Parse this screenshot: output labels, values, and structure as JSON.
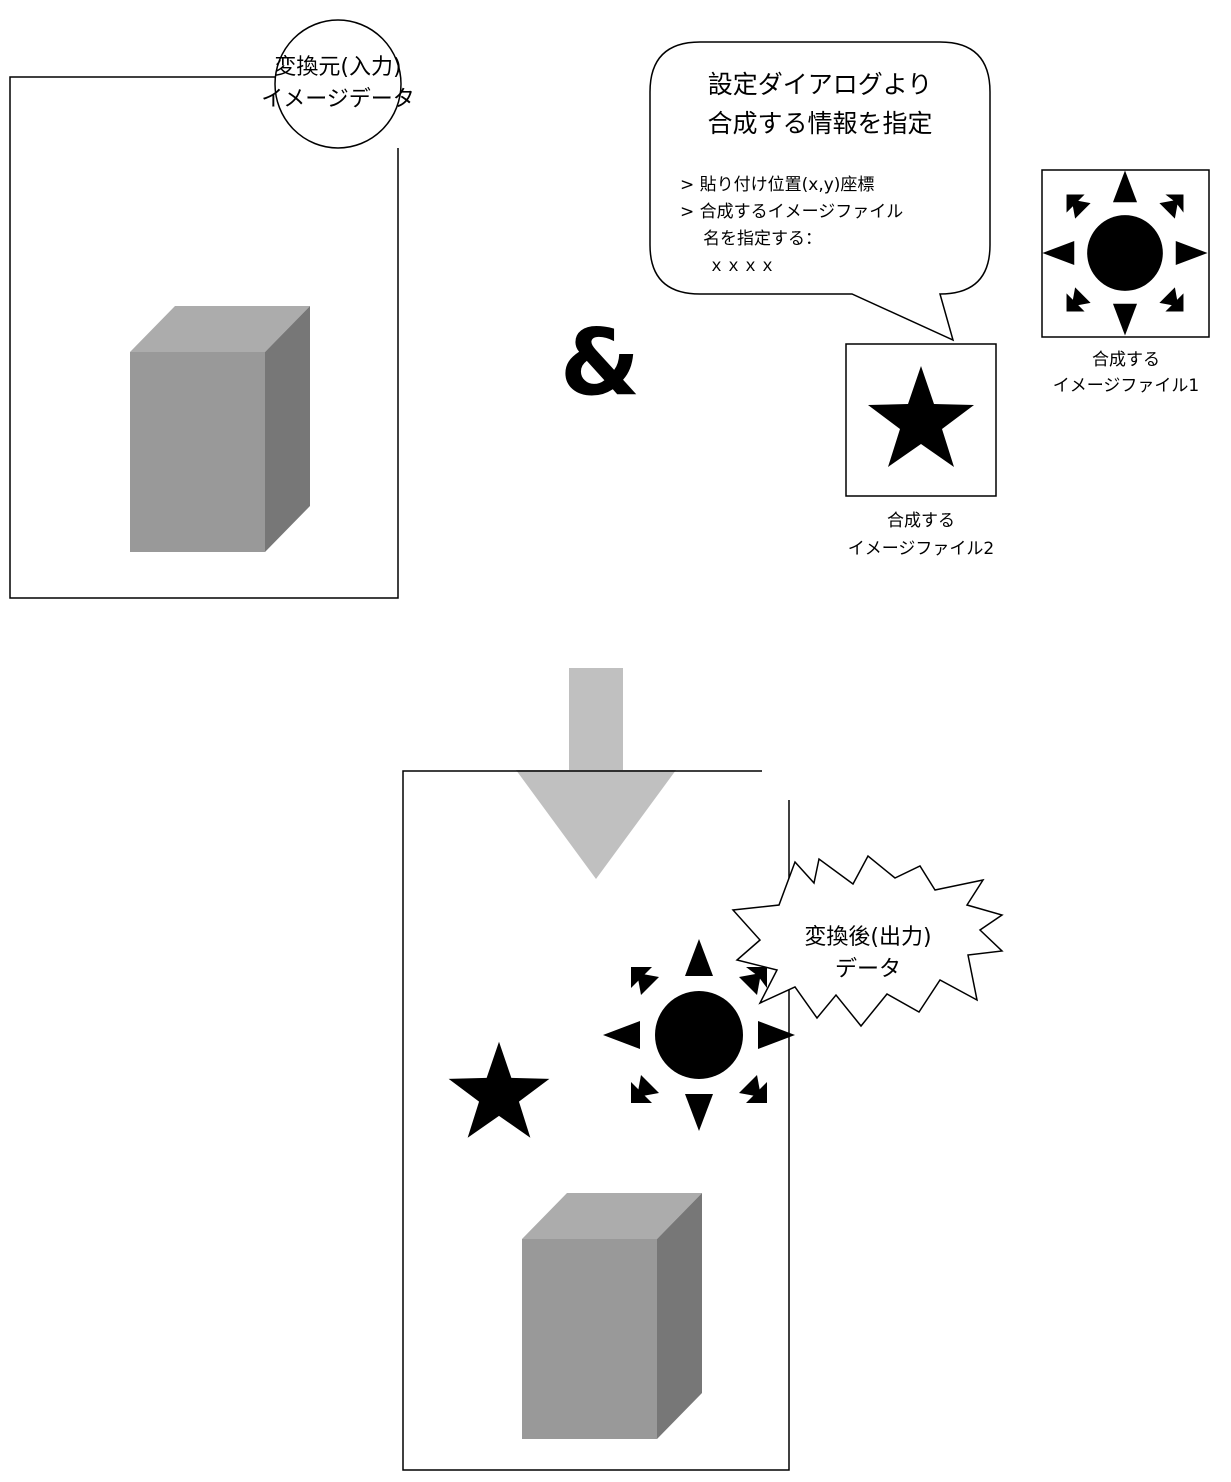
{
  "input_label": {
    "line1": "変換元(入力)",
    "line2": "イメージデータ"
  },
  "dialog": {
    "title_line1": "設定ダイアログより",
    "title_line2": "合成する情報を指定",
    "item1": "> 貼り付け位置(x,y)座標",
    "item2_line1": "> 合成するイメージファイル",
    "item2_line2": "名を指定する：",
    "item2_line3": "ｘｘｘｘ"
  },
  "ampersand": "&",
  "file1_caption": {
    "line1": "合成する",
    "line2": "イメージファイル1"
  },
  "file2_caption": {
    "line1": "合成する",
    "line2": "イメージファイル2"
  },
  "output_label": {
    "line1": "変換後(出力)",
    "line2": "データ"
  },
  "colors": {
    "box_front": "#999999",
    "box_top": "#acacac",
    "box_side": "#777777",
    "arrow": "#c0c0c0",
    "icon": "#000000"
  },
  "icons": [
    "cube-icon",
    "sun-icon",
    "star-icon",
    "down-arrow-icon"
  ]
}
